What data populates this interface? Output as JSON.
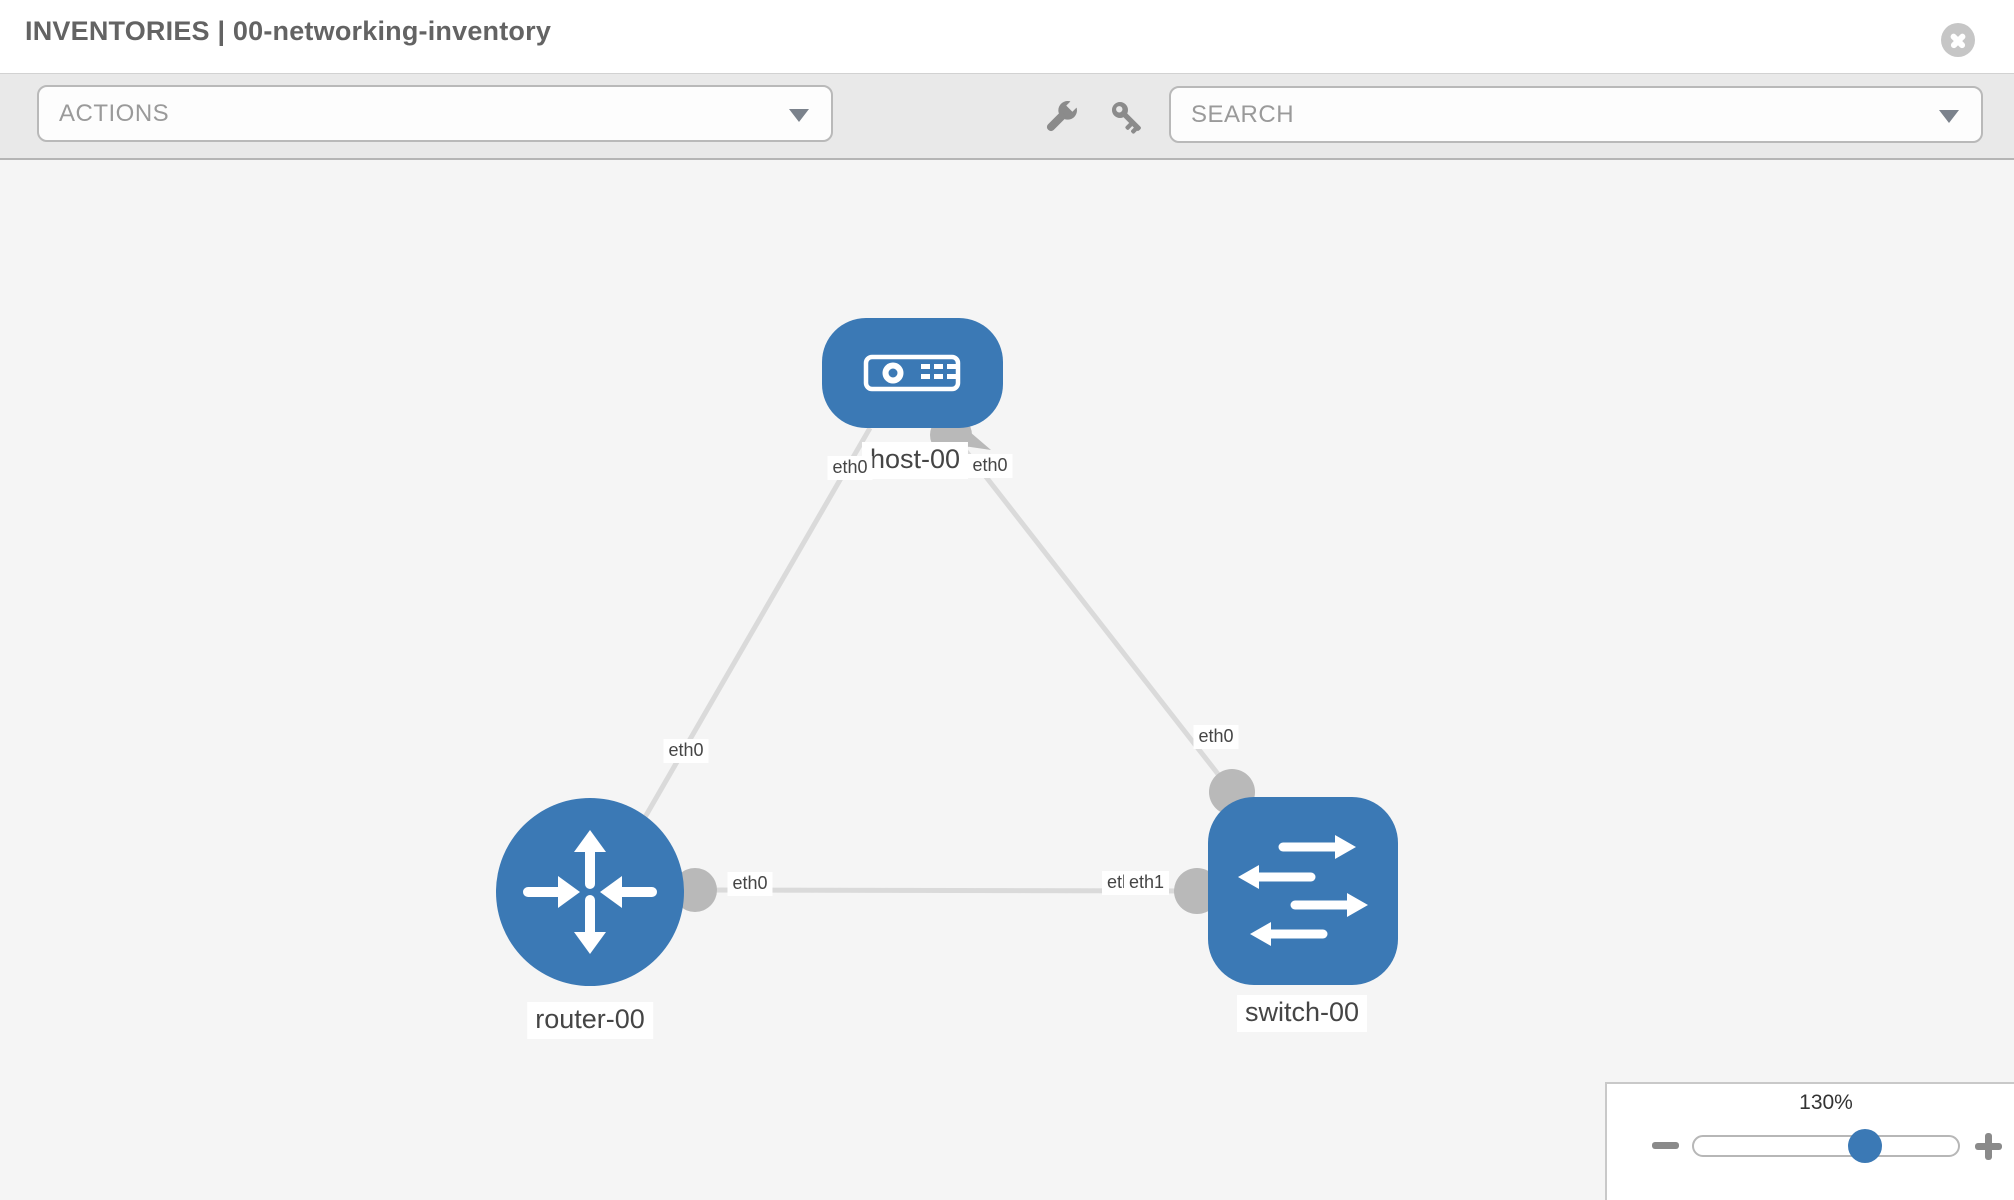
{
  "header": {
    "title": "INVENTORIES | 00-networking-inventory"
  },
  "toolbar": {
    "actions_label": "ACTIONS",
    "search_label": "SEARCH",
    "icons": [
      "wrench-icon",
      "key-icon"
    ]
  },
  "zoom_control": {
    "level": "130%",
    "percent": 65
  },
  "topology": {
    "nodes": [
      {
        "label": "host-00",
        "type": "host"
      },
      {
        "label": "router-00",
        "type": "router"
      },
      {
        "label": "switch-00",
        "type": "switch"
      }
    ],
    "links": [
      {
        "from": "host-00",
        "from_iface": "eth0",
        "to": "router-00",
        "to_iface": "eth0"
      },
      {
        "from": "host-00",
        "from_iface": "eth0",
        "to": "switch-00",
        "to_iface": "eth0"
      },
      {
        "from": "router-00",
        "from_iface": "eth0",
        "to": "switch-00",
        "to_iface": "eth1",
        "to_iface_duplicate": "eth1"
      }
    ]
  },
  "colors": {
    "node_blue": "#3b79b5",
    "link_gray": "#dadada",
    "port_gray": "#b9b9b9",
    "canvas_bg": "#f5f5f5",
    "toolbar_bg": "#e9e9e9"
  }
}
